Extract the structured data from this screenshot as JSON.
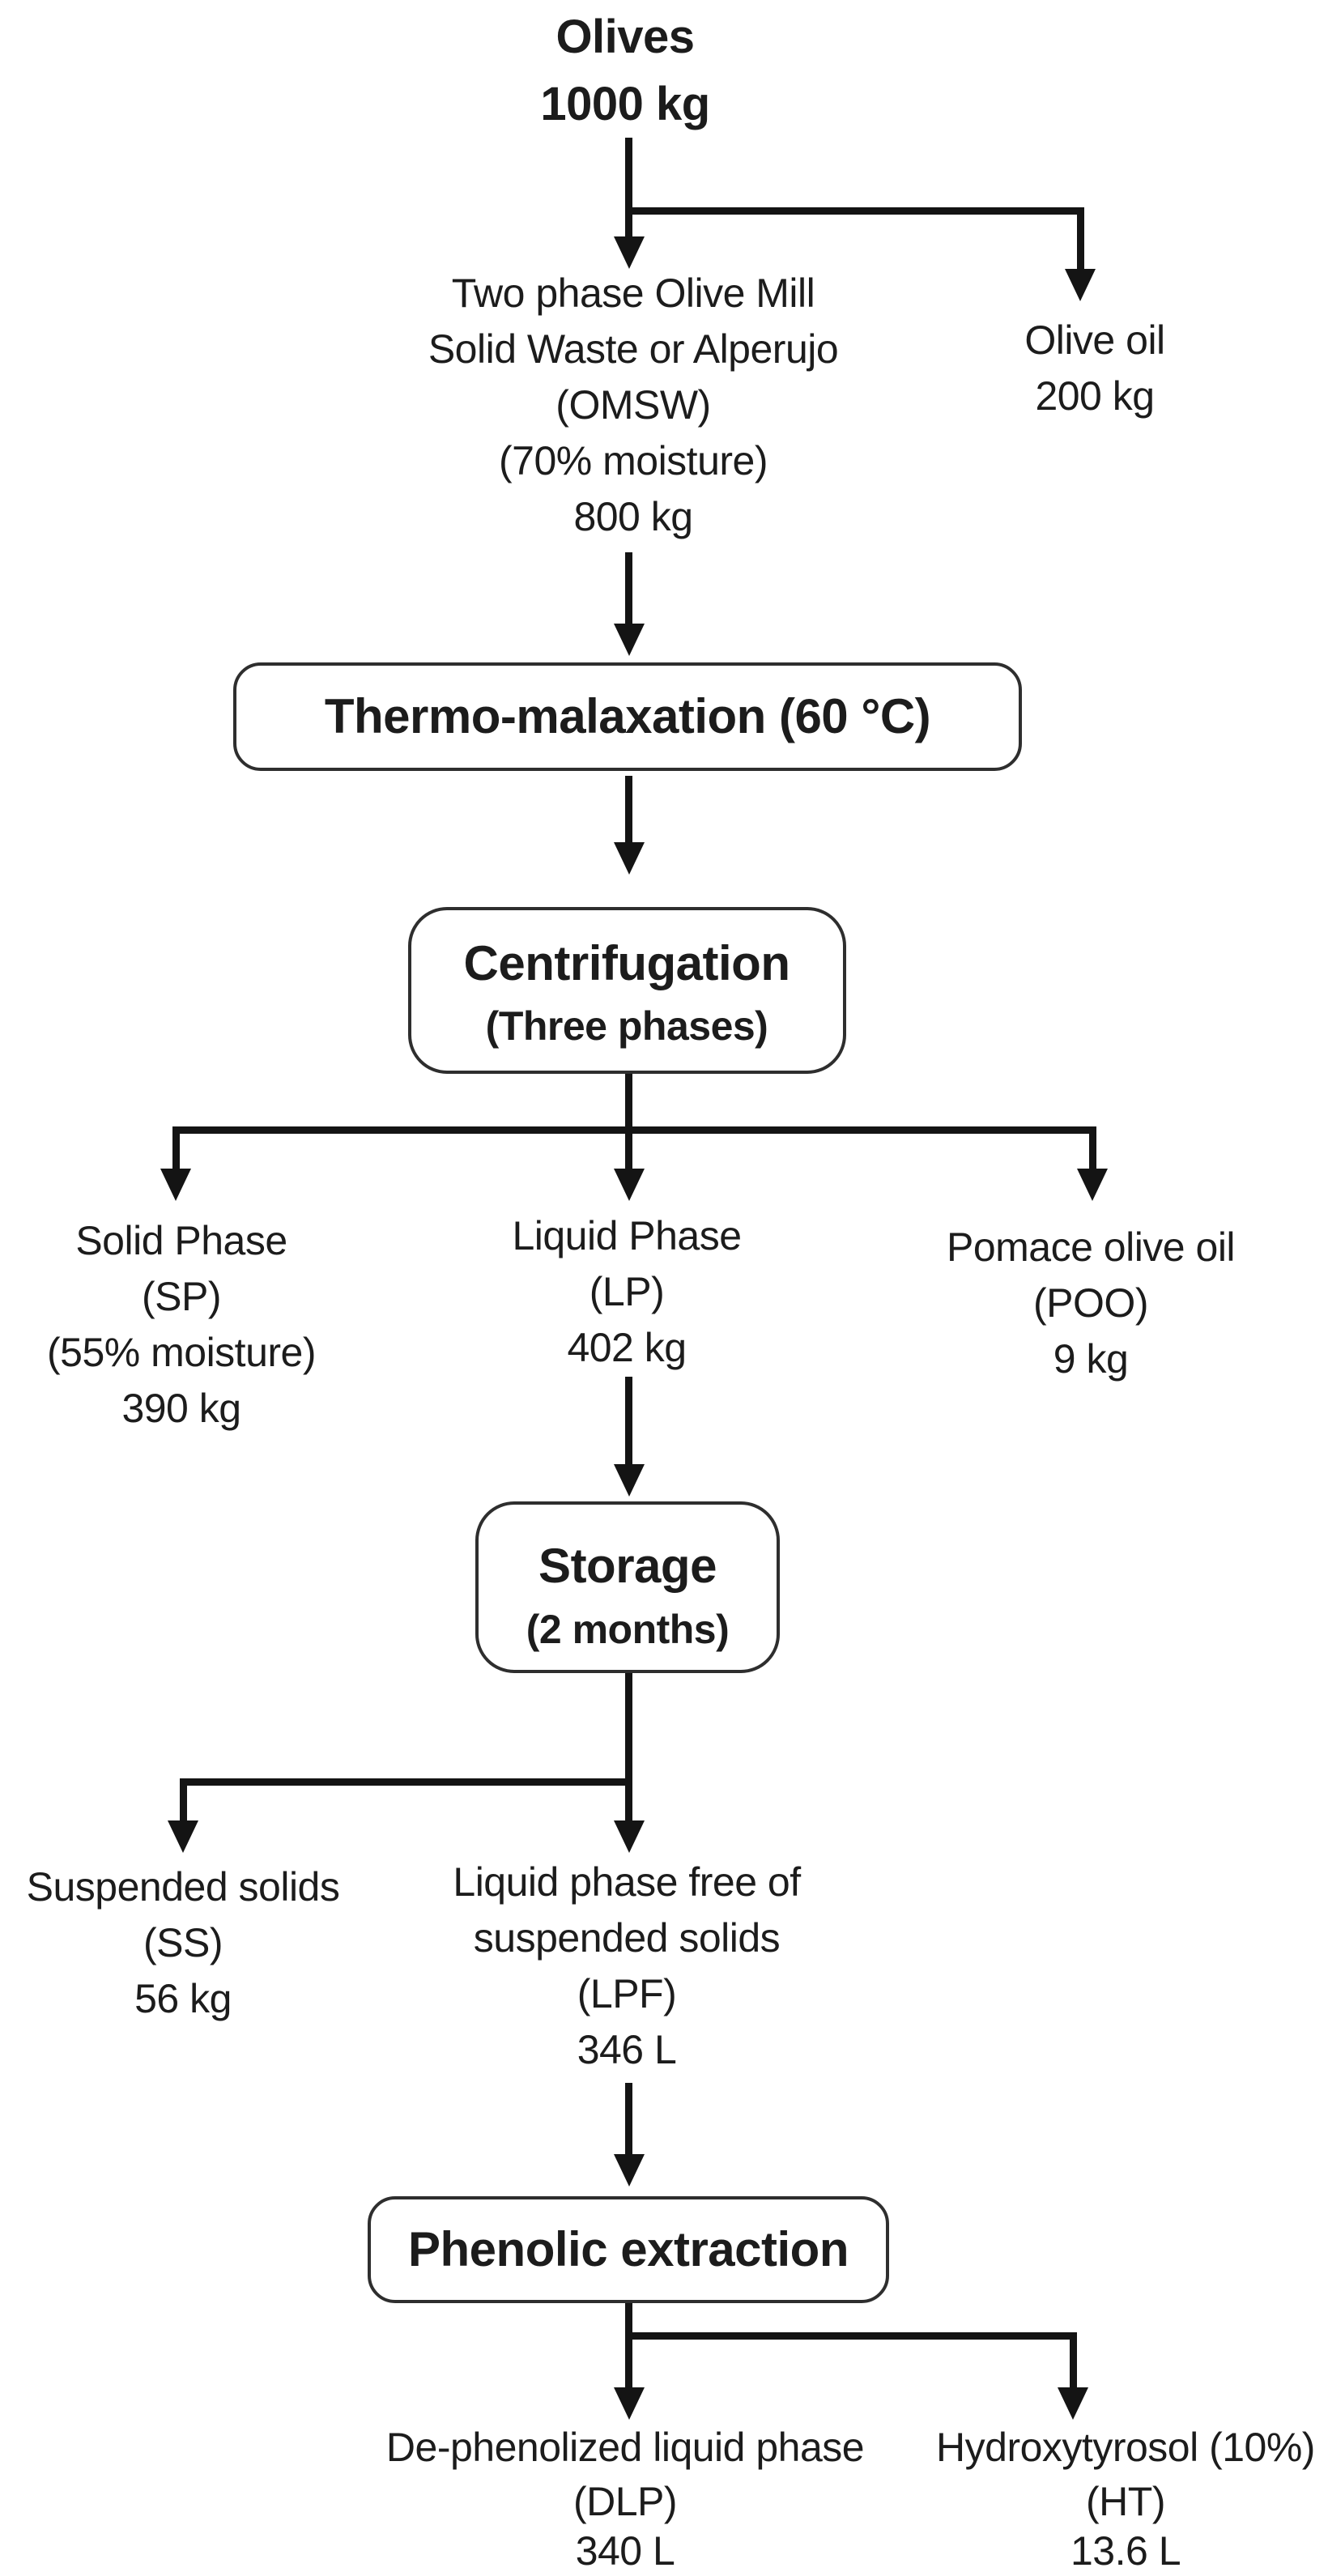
{
  "nodes": {
    "olives": {
      "lines": [
        "Olives",
        "1000 kg"
      ]
    },
    "omsw": {
      "lines": [
        "Two phase Olive Mill",
        "Solid Waste or Alperujo",
        "(OMSW)",
        "(70% moisture)",
        "800 kg"
      ]
    },
    "olive_oil": {
      "lines": [
        "Olive oil",
        "200 kg"
      ]
    },
    "thermo_malaxation": {
      "label": "Thermo-malaxation (60 °C)"
    },
    "centrifugation": {
      "label": "Centrifugation",
      "sublabel": "(Three phases)"
    },
    "solid_phase": {
      "lines": [
        "Solid Phase",
        "(SP)",
        "(55% moisture)",
        "390 kg"
      ]
    },
    "liquid_phase": {
      "lines": [
        "Liquid Phase",
        "(LP)",
        "402 kg"
      ]
    },
    "pomace_olive_oil": {
      "lines": [
        "Pomace olive oil",
        "(POO)",
        "9 kg"
      ]
    },
    "storage": {
      "label": "Storage",
      "sublabel": "(2 months)"
    },
    "suspended_solids": {
      "lines": [
        "Suspended solids",
        "(SS)",
        "56 kg"
      ]
    },
    "liquid_phase_free": {
      "lines": [
        "Liquid phase free of",
        "suspended solids",
        "(LPF)",
        "346 L"
      ]
    },
    "phenolic_extraction": {
      "label": "Phenolic extraction"
    },
    "dephenolized_liquid_phase": {
      "lines": [
        "De-phenolized liquid phase",
        "(DLP)",
        "340 L"
      ]
    },
    "hydroxytyrosol": {
      "lines": [
        "Hydroxytyrosol (10%)",
        "(HT)",
        "13.6 L"
      ]
    }
  },
  "edges": [
    {
      "from": "Olives",
      "to": "OMSW"
    },
    {
      "from": "Olives",
      "to": "Olive oil"
    },
    {
      "from": "OMSW",
      "to": "Thermo-malaxation (60 °C)"
    },
    {
      "from": "Thermo-malaxation (60 °C)",
      "to": "Centrifugation (Three phases)"
    },
    {
      "from": "Centrifugation (Three phases)",
      "to": "Solid Phase (SP)"
    },
    {
      "from": "Centrifugation (Three phases)",
      "to": "Liquid Phase (LP)"
    },
    {
      "from": "Centrifugation (Three phases)",
      "to": "Pomace olive oil (POO)"
    },
    {
      "from": "Liquid Phase (LP)",
      "to": "Storage (2 months)"
    },
    {
      "from": "Storage (2 months)",
      "to": "Suspended solids (SS)"
    },
    {
      "from": "Storage (2 months)",
      "to": "Liquid phase free of suspended solids (LPF)"
    },
    {
      "from": "Liquid phase free of suspended solids (LPF)",
      "to": "Phenolic extraction"
    },
    {
      "from": "Phenolic extraction",
      "to": "De-phenolized liquid phase (DLP)"
    },
    {
      "from": "Phenolic extraction",
      "to": "Hydroxytyrosol (10%) (HT)"
    }
  ],
  "colors": {
    "background": "#ffffff",
    "text": "#1c1c1c",
    "line": "#141414",
    "box_border": "#2e2e2e",
    "box_fill": "#ffffff"
  }
}
